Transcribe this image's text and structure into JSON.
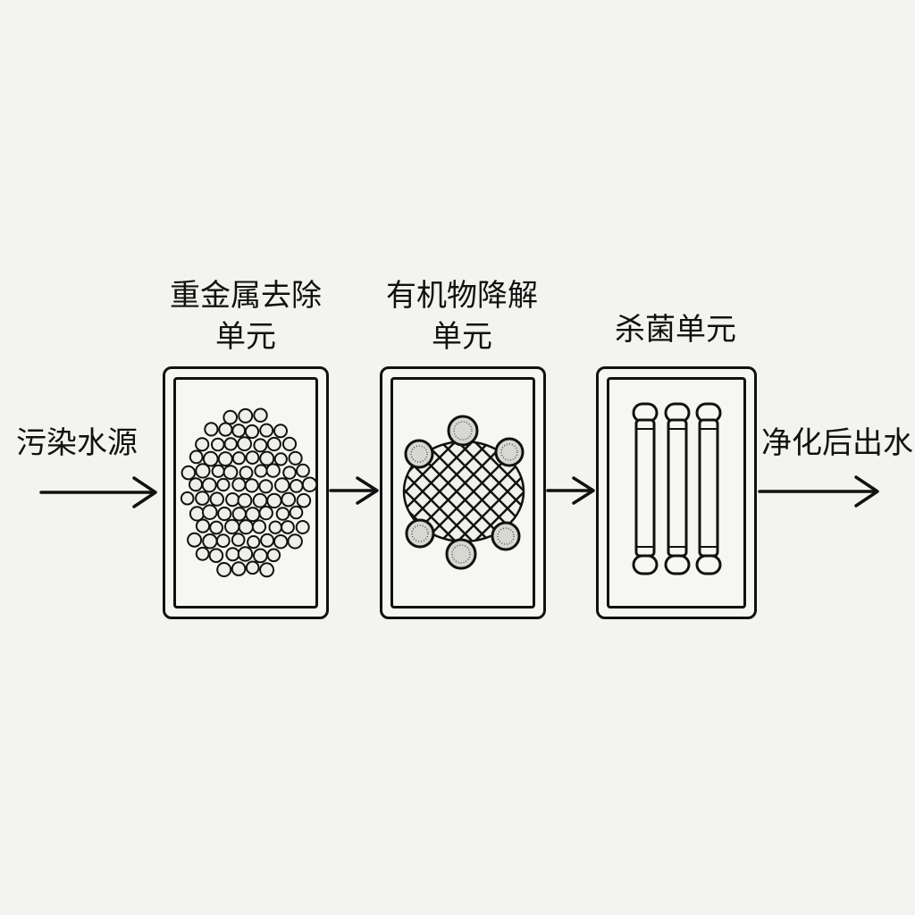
{
  "diagram": {
    "source_label": "污染水源",
    "output_label": "净化后出水",
    "units": [
      {
        "title_line1": "重金属去除",
        "title_line2": "单元",
        "icon": "granular-media-icon"
      },
      {
        "title_line1": "有机物降解",
        "title_line2": "单元",
        "icon": "catalyst-mesh-icon"
      },
      {
        "title_line1": "杀菌单元",
        "title_line2": "",
        "icon": "uv-lamp-tubes-icon"
      }
    ]
  }
}
